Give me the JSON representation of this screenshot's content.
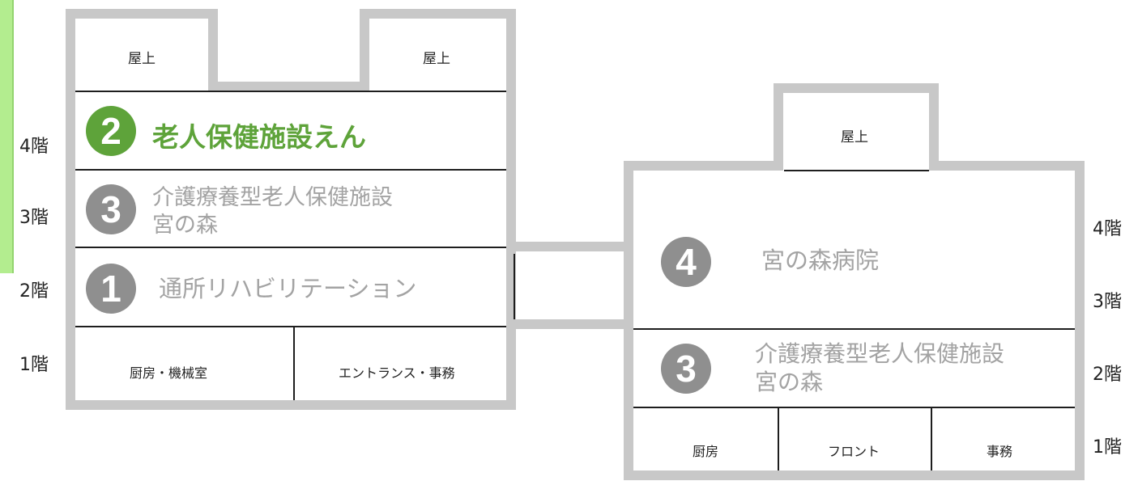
{
  "colors": {
    "outline": "#c8c8c8",
    "line": "#1e1e1e",
    "green": "#5ea33a",
    "gray_circle": "#8f8f8f",
    "facility_text": "#a3a3a3",
    "sidebar": "#b3ed8f"
  },
  "left_building": {
    "floor_labels": [
      "4階",
      "3階",
      "2階",
      "1階"
    ],
    "rooftop_labels": [
      "屋上",
      "屋上"
    ],
    "facility_2": {
      "number": "2",
      "name": "老人保健施設えん"
    },
    "facility_3": {
      "number": "3",
      "line1": "介護療養型老人保健施設",
      "line2": "宮の森"
    },
    "facility_1": {
      "number": "1",
      "name": "通所リハビリテーション"
    },
    "rooms": [
      "厨房・機械室",
      "エントランス・事務"
    ]
  },
  "right_building": {
    "floor_labels": [
      "4階",
      "3階",
      "2階",
      "1階"
    ],
    "rooftop_label": "屋上",
    "facility_4": {
      "number": "4",
      "name": "宮の森病院"
    },
    "facility_3": {
      "number": "3",
      "line1": "介護療養型老人保健施設",
      "line2": "宮の森"
    },
    "rooms": [
      "厨房",
      "フロント",
      "事務"
    ]
  }
}
